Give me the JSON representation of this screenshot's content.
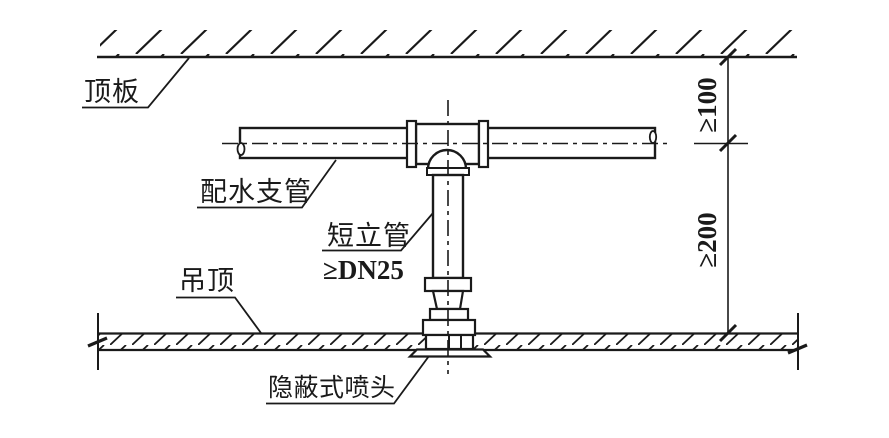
{
  "drawing": {
    "labels": {
      "top_slab": "顶板",
      "branch_pipe": "配水支管",
      "riser_pipe": "短立管",
      "riser_spec": "≥DN25",
      "suspended_ceiling": "吊顶",
      "concealed_sprinkler": "隐蔽式喷头"
    },
    "dimensions": {
      "slab_to_branch": "≥100",
      "branch_to_ceiling": "≥200"
    },
    "colors": {
      "line": "#1a1a1a",
      "background": "#ffffff"
    }
  }
}
